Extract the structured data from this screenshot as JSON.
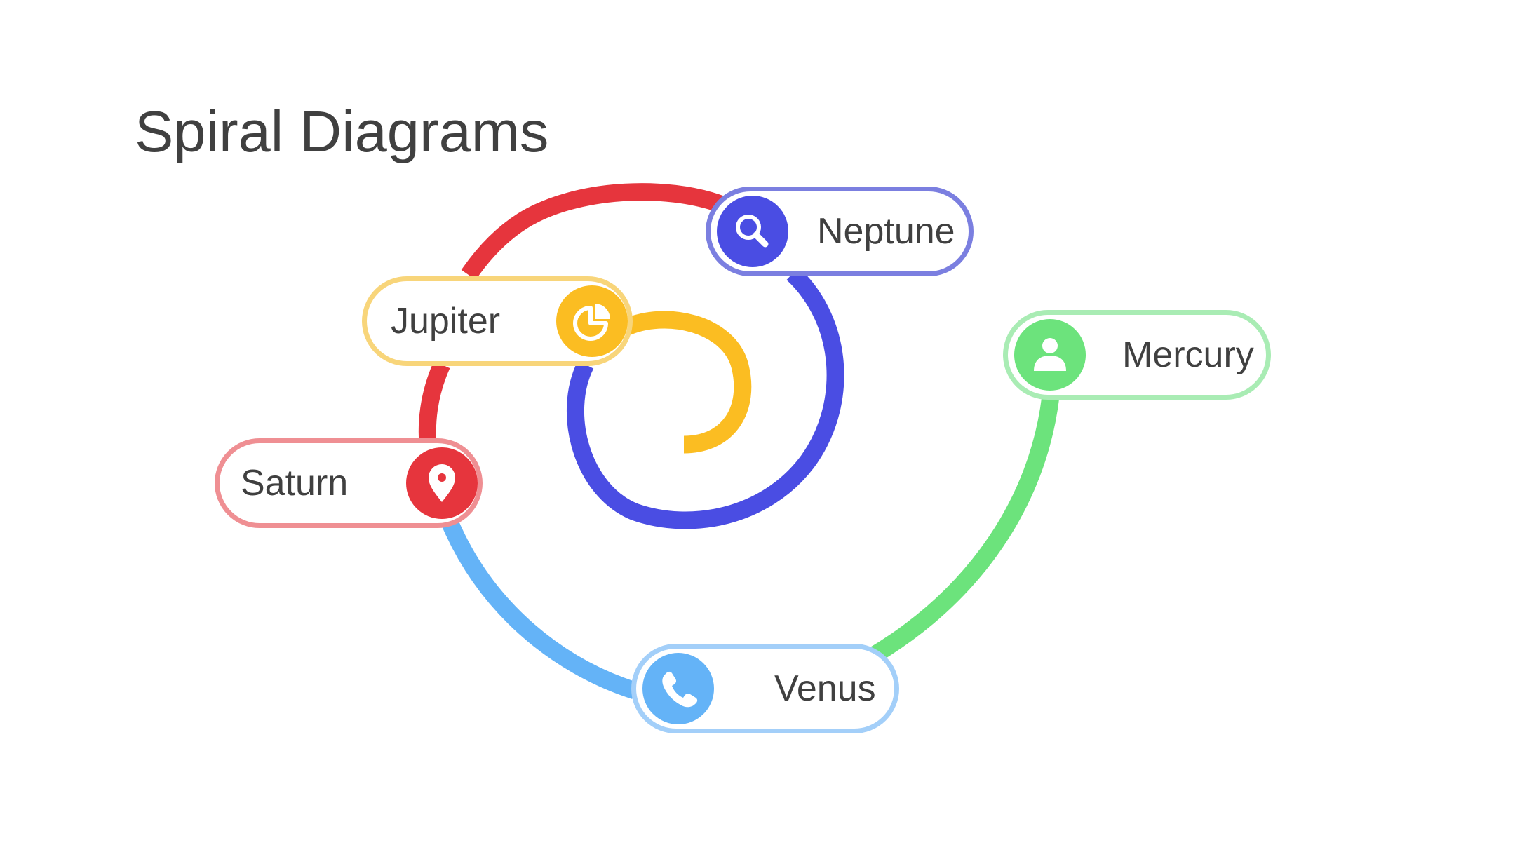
{
  "title": "Spiral Diagrams",
  "diagram": {
    "nodes": [
      {
        "id": "neptune",
        "label": "Neptune",
        "icon": "search-icon",
        "color": "#4a4de3",
        "border_color": "#7b7fe0"
      },
      {
        "id": "jupiter",
        "label": "Jupiter",
        "icon": "pie-chart-icon",
        "color": "#fbbd22",
        "border_color": "#f8d57a"
      },
      {
        "id": "mercury",
        "label": "Mercury",
        "icon": "user-icon",
        "color": "#6ce37c",
        "border_color": "#a9ecb4"
      },
      {
        "id": "saturn",
        "label": "Saturn",
        "icon": "location-pin-icon",
        "color": "#e6353d",
        "border_color": "#ef8f93"
      },
      {
        "id": "venus",
        "label": "Venus",
        "icon": "phone-icon",
        "color": "#64b3f7",
        "border_color": "#a3cff9"
      }
    ],
    "segment_colors": {
      "yellow": "#fbbd22",
      "blue": "#4a4de3",
      "red": "#e6353d",
      "light_blue": "#64b3f7",
      "green": "#6ce37c"
    }
  }
}
